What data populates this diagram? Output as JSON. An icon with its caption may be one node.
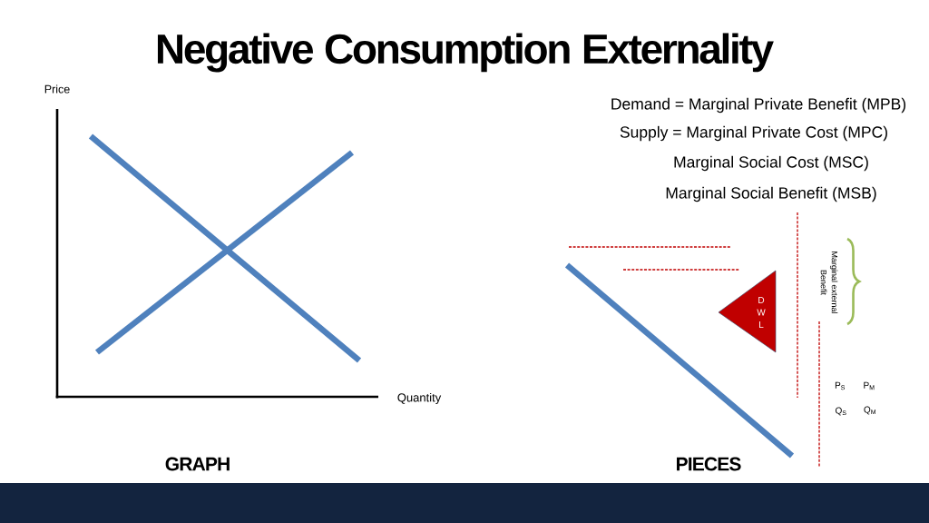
{
  "diagram": {
    "title": "Negative Consumption Externality",
    "nodes": [
      {
        "text": [
          "D W L"
        ]
      }
    ],
    "labels": [
      "Price",
      "Demand = Marginal Private Benefit (MPB)",
      "Supply = Marginal Private Cost (MPC)",
      "Marginal Social Cost (MSC)",
      "Marginal Social Benefit (MSB)",
      "Marginal external Benefit",
      "P$_{S}$",
      "P$_{M}$",
      "Quantity",
      "Q$_{S}$",
      "Q$_{M}$",
      "GRAPH",
      "PIECES"
    ]
  }
}
